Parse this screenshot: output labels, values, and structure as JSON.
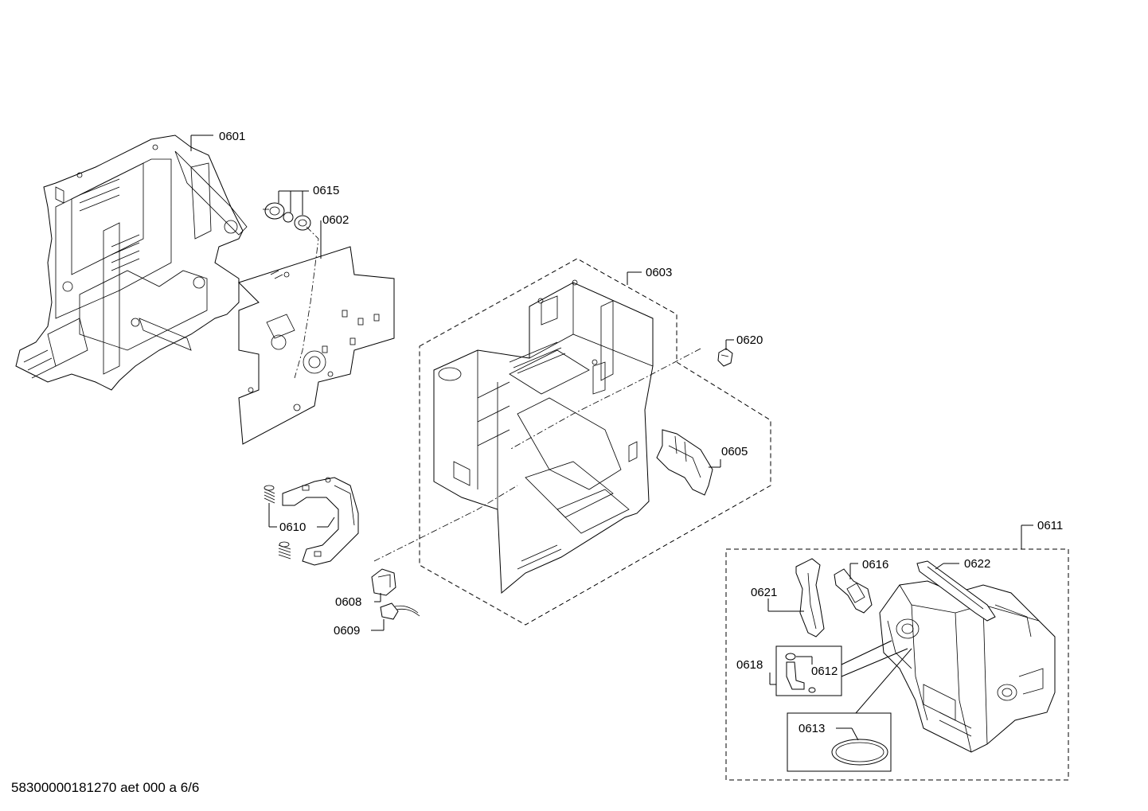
{
  "parts": [
    {
      "id": "0601"
    },
    {
      "id": "0615"
    },
    {
      "id": "0602"
    },
    {
      "id": "0603"
    },
    {
      "id": "0620"
    },
    {
      "id": "0605"
    },
    {
      "id": "0610"
    },
    {
      "id": "0608"
    },
    {
      "id": "0609"
    },
    {
      "id": "0611"
    },
    {
      "id": "0616"
    },
    {
      "id": "0622"
    },
    {
      "id": "0621"
    },
    {
      "id": "0618"
    },
    {
      "id": "0612"
    },
    {
      "id": "0613"
    }
  ],
  "footer": "58300000181270 aet 000 a 6/6"
}
